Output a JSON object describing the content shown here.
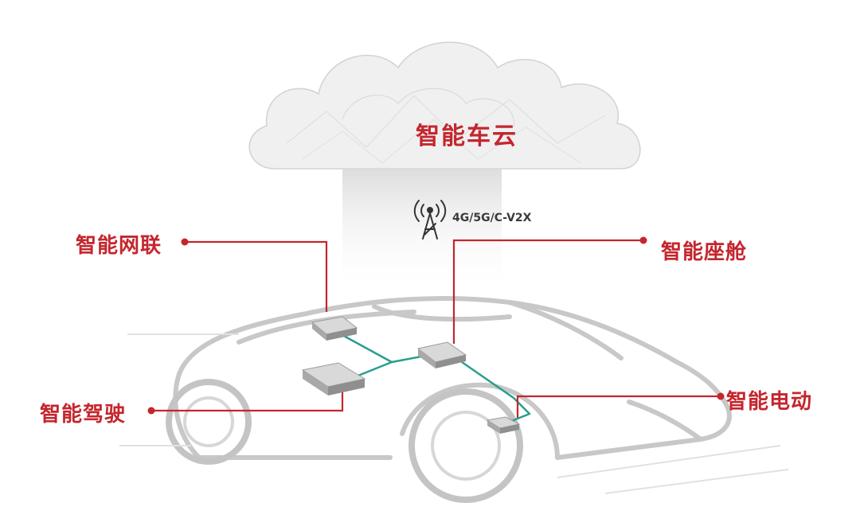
{
  "cloud": {
    "title": "智能车云"
  },
  "network": {
    "label": "4G/5G/C-V2X",
    "icon": "cell-tower-icon"
  },
  "nodes": {
    "connectivity": "智能网联",
    "cockpit": "智能座舱",
    "driving": "智能驾驶",
    "electric": "智能电动"
  },
  "colors": {
    "accent": "#c4262e",
    "link": "#2a9d8f",
    "car_outline": "#c8c8c8",
    "ecu": "#a9a9a9"
  }
}
